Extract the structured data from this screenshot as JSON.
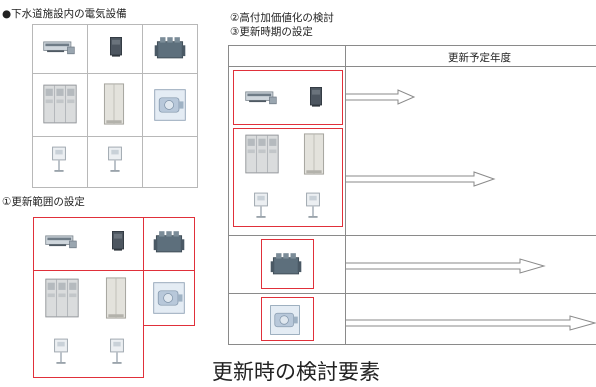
{
  "labels": {
    "top_left": "●下水道施設内の電気設備",
    "step2": "②高付加価値化の検討",
    "step3": "③更新時期の設定",
    "step1": "①更新範囲の設定",
    "table_header": "更新予定年度",
    "caption": "更新時の検討要素"
  },
  "icons": {
    "ups": "rack-ups-unit-icon",
    "small_panel": "small-dark-panel-icon",
    "transformer": "transformer-icon",
    "switchgear": "switchgear-cabinet-icon",
    "tall_cabinet": "tall-cabinet-icon",
    "motor_panel": "motor-control-unit-icon",
    "pole_box": "pole-mounted-box-icon"
  },
  "colors": {
    "highlight": "#e0303a",
    "grid": "#b8b8b8",
    "table_line": "#8a8a8a"
  }
}
